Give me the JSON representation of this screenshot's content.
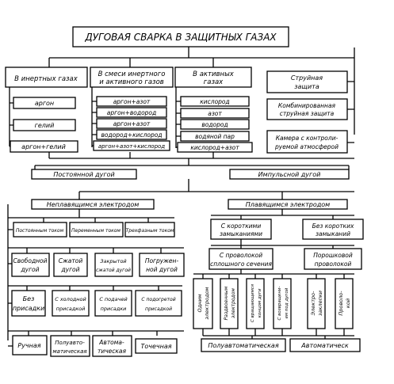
{
  "title": "ДУГОВАЯ СВАРКА В ЗАЩИТНЫХ ГАЗАХ",
  "gas_groups": {
    "inert": "В инертных газах",
    "mixture": [
      "В смеси инертного",
      "и активного газов"
    ],
    "active": [
      "В активных",
      "газах"
    ]
  },
  "inert_gases": [
    "аргон",
    "гелий",
    "аргон+гелий"
  ],
  "mixtures": [
    "аргон+азот",
    "аргон+водород",
    "аргон+азот",
    "водород+кислород",
    "аргон+азот+кислород"
  ],
  "active_gases": [
    "кислород",
    "азот",
    "водород",
    "водяной пар",
    "кислород+азот"
  ],
  "protection": [
    [
      "Струйная",
      "защита"
    ],
    [
      "Комбинированная",
      "струйная защита"
    ],
    [
      "Камера с контроли-",
      "руемой атмосферой"
    ]
  ],
  "arc_types": [
    "Постоянной дугой",
    "Импульсной дугой"
  ],
  "electrodes": [
    "Неплавящимся электродом",
    "Плавящимся электродом"
  ],
  "current_types": [
    "Постоянным током",
    "Переменным током",
    "Трехфазным током"
  ],
  "arc_kinds": [
    [
      "Свободной",
      "дугой"
    ],
    [
      "Сжатой",
      "дугой"
    ],
    [
      "Закрытой",
      "сжатой дугой"
    ],
    [
      "Погружен-",
      "ной дугой"
    ]
  ],
  "filler": [
    [
      "Без",
      "присадки"
    ],
    [
      "С холодной",
      "присадкой"
    ],
    [
      "С подачей",
      "присадки"
    ],
    [
      "С подогретой",
      "присадкой"
    ]
  ],
  "mechanization_left": [
    [
      "Ручная"
    ],
    [
      "Полуавто-",
      "матическая"
    ],
    [
      "Автома-",
      "тическая"
    ],
    [
      "Точечная"
    ]
  ],
  "transfer": [
    [
      "С короткими",
      "замыканиями"
    ],
    [
      "Без коротких",
      "замыканий"
    ]
  ],
  "wire": [
    [
      "С проволокой",
      "сплошного сечения"
    ],
    [
      "Порошковой",
      "проволокой"
    ]
  ],
  "vertical": [
    [
      "Одним",
      "электродом"
    ],
    [
      "Раздвоенным",
      "электродом"
    ],
    [
      "С вращающимся",
      "концом дуги"
    ],
    [
      "С возвращени-",
      "ем под дугой"
    ],
    [
      "Электро-",
      "заклепки"
    ],
    [
      "Проволо-",
      "кой"
    ]
  ],
  "mechanization_right": [
    "Полуавтоматическая",
    "Автоматическ"
  ]
}
